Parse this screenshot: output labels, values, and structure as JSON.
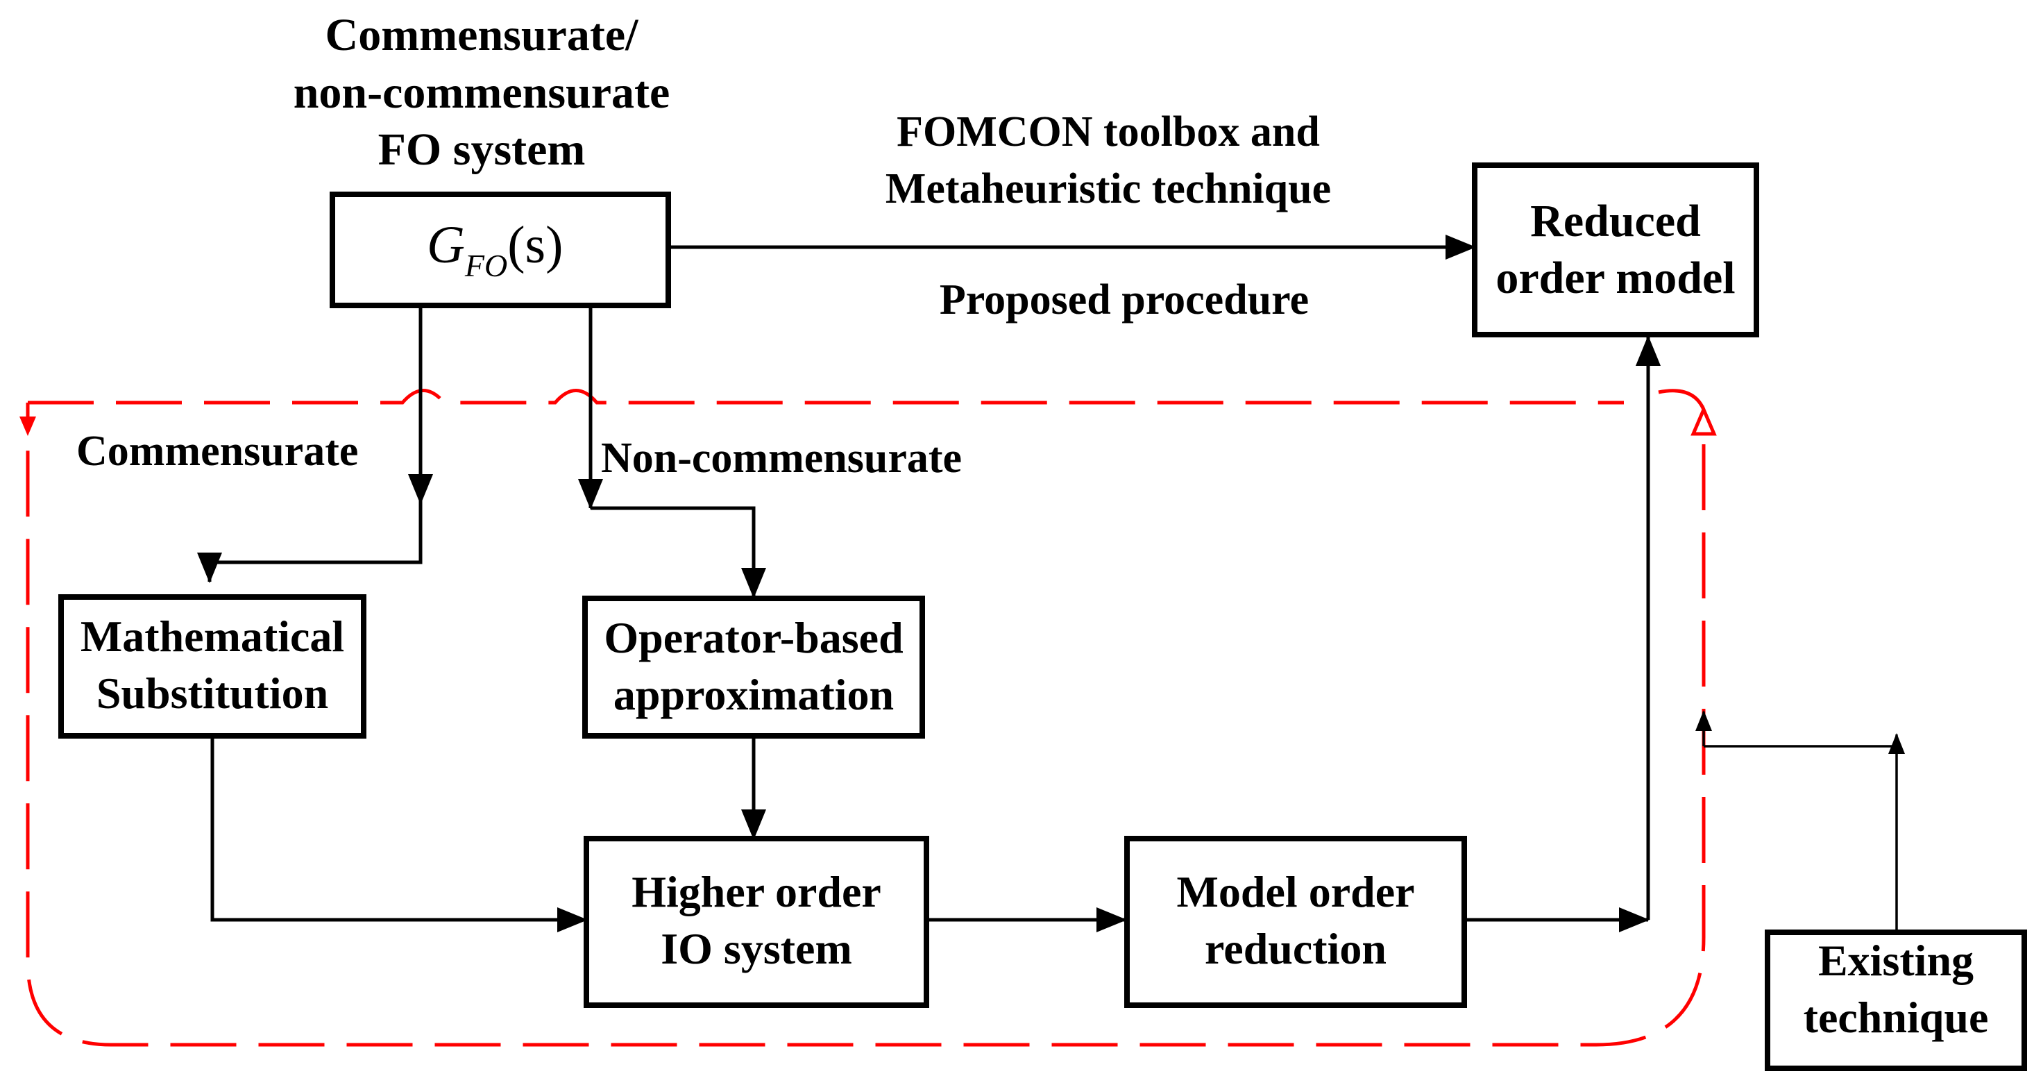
{
  "title_lines": [
    "Commensurate/",
    "non-commensurate",
    "FO system"
  ],
  "gfo": {
    "main": "G",
    "sub": "FO",
    "arg": "(s)"
  },
  "top_annotation_lines": [
    "FOMCON toolbox and",
    "Metaheuristic technique"
  ],
  "proposed_label": "Proposed procedure",
  "reduced_lines": [
    "Reduced",
    "order model"
  ],
  "commensurate_label": "Commensurate",
  "noncommensurate_label": "Non-commensurate",
  "math_sub_lines": [
    "Mathematical",
    "Substitution"
  ],
  "operator_lines": [
    "Operator-based",
    "approximation"
  ],
  "higher_lines": [
    "Higher order",
    "IO system"
  ],
  "mor_lines": [
    "Model order",
    "reduction"
  ],
  "existing_lines": [
    "Existing",
    "technique"
  ],
  "colors": {
    "stroke": "#000000",
    "highlight_region": "#ff0000",
    "background": "#ffffff"
  }
}
